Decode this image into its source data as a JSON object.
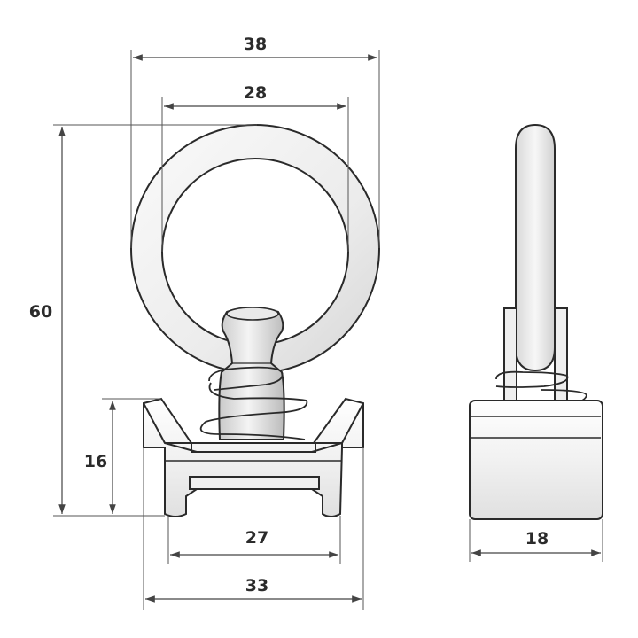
{
  "dimensions": {
    "ring_outer_width": "38",
    "ring_inner_width": "28",
    "total_height": "60",
    "base_height": "16",
    "channel_width": "27",
    "base_width": "33",
    "side_width": "18"
  },
  "colors": {
    "line": "#2a2a2a",
    "dimension": "#444444",
    "fill_light": "#f4f4f4",
    "fill_mid": "#e3e3e3",
    "fill_dark": "#bdbdbd",
    "background": "#ffffff"
  }
}
